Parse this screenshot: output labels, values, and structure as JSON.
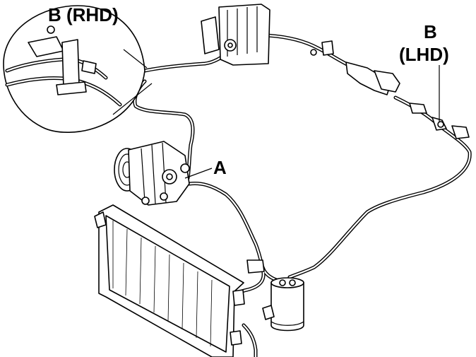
{
  "labels": {
    "callout_a": "A",
    "callout_b_rhd": "B (RHD)",
    "callout_b_lhd_line1": "B",
    "callout_b_lhd_line2": "(LHD)"
  }
}
